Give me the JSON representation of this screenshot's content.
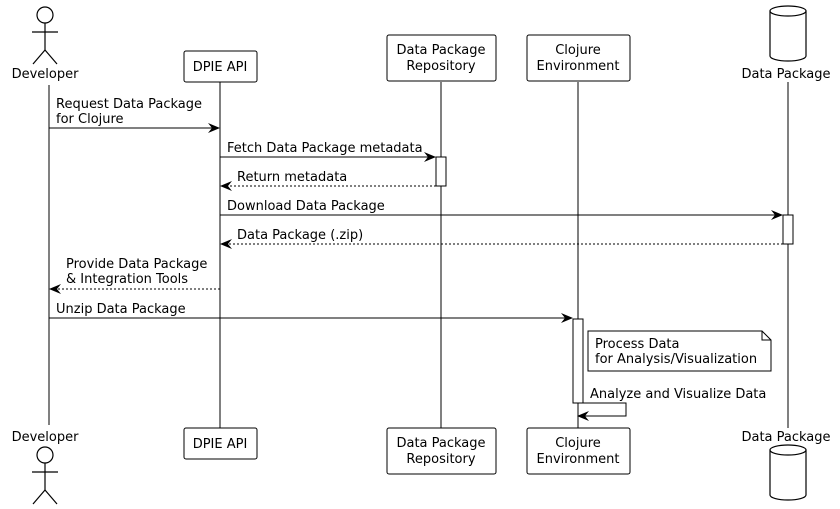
{
  "participants": [
    {
      "id": "developer",
      "kind": "actor",
      "label_lines": [
        "Developer"
      ]
    },
    {
      "id": "dpie_api",
      "kind": "box",
      "label_lines": [
        "DPIE API"
      ]
    },
    {
      "id": "repo",
      "kind": "box",
      "label_lines": [
        "Data Package",
        "Repository"
      ]
    },
    {
      "id": "clojure",
      "kind": "box",
      "label_lines": [
        "Clojure",
        "Environment"
      ]
    },
    {
      "id": "datapkg",
      "kind": "database",
      "label_lines": [
        "Data Package"
      ]
    }
  ],
  "messages": [
    {
      "from": "developer",
      "to": "dpie_api",
      "style": "solid",
      "label_lines": [
        "Request Data Package",
        "for Clojure"
      ]
    },
    {
      "from": "dpie_api",
      "to": "repo",
      "style": "solid",
      "label_lines": [
        "Fetch Data Package metadata"
      ]
    },
    {
      "from": "repo",
      "to": "dpie_api",
      "style": "dashed",
      "label_lines": [
        "Return metadata"
      ]
    },
    {
      "from": "dpie_api",
      "to": "datapkg",
      "style": "solid",
      "label_lines": [
        "Download Data Package"
      ]
    },
    {
      "from": "datapkg",
      "to": "dpie_api",
      "style": "dashed",
      "label_lines": [
        "Data Package (.zip)"
      ]
    },
    {
      "from": "dpie_api",
      "to": "developer",
      "style": "dashed",
      "label_lines": [
        "Provide Data Package",
        "& Integration Tools"
      ]
    },
    {
      "from": "developer",
      "to": "clojure",
      "style": "solid",
      "label_lines": [
        "Unzip Data Package"
      ]
    },
    {
      "from": "clojure",
      "to": "clojure",
      "style": "solid",
      "label_lines": [
        "Analyze and Visualize Data"
      ]
    }
  ],
  "note": {
    "over": "clojure",
    "label_lines": [
      "Process Data",
      "for Analysis/Visualization"
    ]
  },
  "colors": {
    "stroke": "#000000",
    "fill": "#ffffff"
  }
}
